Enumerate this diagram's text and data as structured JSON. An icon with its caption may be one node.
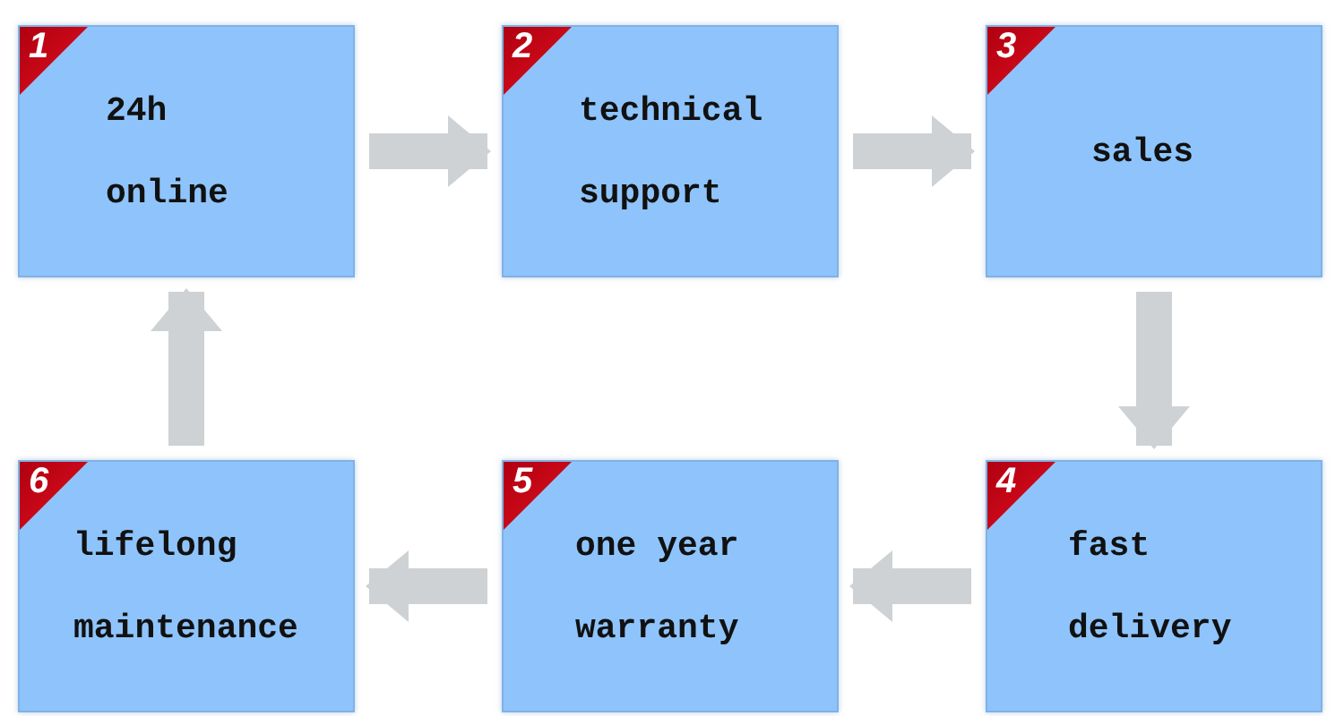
{
  "diagram": {
    "nodes": [
      {
        "text": [
          "1",
          "24h online"
        ]
      },
      {
        "text": [
          "2",
          "technical support"
        ]
      },
      {
        "text": [
          "3",
          "sales"
        ]
      },
      {
        "text": [
          "4",
          "fast delivery"
        ]
      },
      {
        "text": [
          "5",
          "one year warranty"
        ]
      },
      {
        "text": [
          "6",
          "lifelong maintenance"
        ]
      }
    ],
    "edges": [
      {
        "from": 0,
        "to": 1,
        "arrow": "to"
      },
      {
        "from": 1,
        "to": 2,
        "arrow": "to"
      },
      {
        "from": 2,
        "to": 3,
        "arrow": "to"
      },
      {
        "from": 3,
        "to": 4,
        "arrow": "to"
      },
      {
        "from": 4,
        "to": 5,
        "arrow": "to"
      },
      {
        "from": 5,
        "to": 0,
        "arrow": "to"
      }
    ]
  }
}
